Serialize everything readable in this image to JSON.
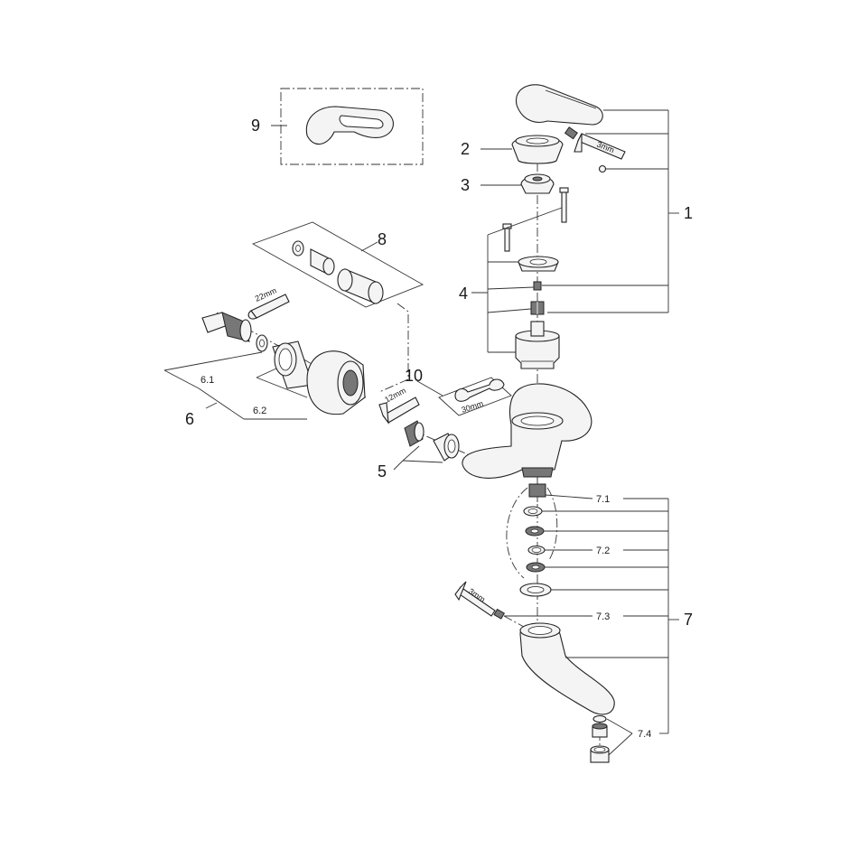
{
  "colors": {
    "ink": "#222222",
    "background": "#ffffff"
  },
  "callouts": {
    "c1": "1",
    "c2": "2",
    "c3": "3",
    "c4": "4",
    "c5": "5",
    "c6": "6",
    "c6_1": "6.1",
    "c6_2": "6.2",
    "c7": "7",
    "c7_1": "7.1",
    "c7_2": "7.2",
    "c7_3": "7.3",
    "c7_4": "7.4",
    "c8": "8",
    "c9": "9",
    "c10": "10"
  },
  "tool_sizes": {
    "hex_3mm_top": "3mm",
    "hex_22mm": "22mm",
    "hex_12mm": "12mm",
    "wrench_30mm": "30mm",
    "hex_3mm_bottom": "3mm"
  }
}
